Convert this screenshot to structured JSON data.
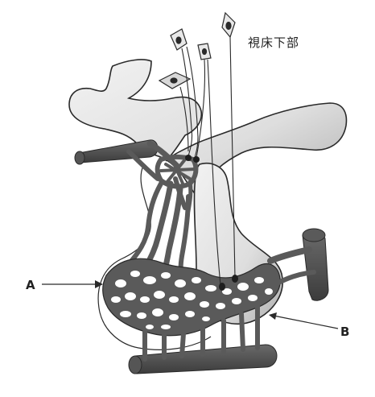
{
  "diagram": {
    "labels": {
      "hypothalamus": "視床下部",
      "a": "A",
      "b": "B"
    },
    "colors": {
      "vessel": "#5a5a5a",
      "tissue_light": "#e4e4e4",
      "tissue_shade": "#b8b8b8",
      "outline": "#2a2a2a"
    }
  }
}
